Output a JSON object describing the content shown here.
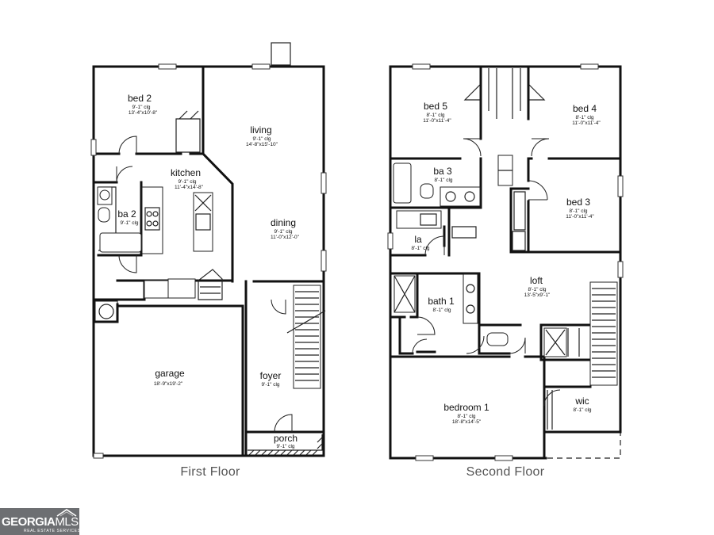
{
  "floors": [
    {
      "caption": "First Floor",
      "rooms": [
        {
          "name": "bed 2",
          "ceiling": "9'-1\" clg",
          "size": "13'-4\"x10'-8\""
        },
        {
          "name": "living",
          "ceiling": "9'-1\" clg",
          "size": "14'-8\"x15'-10\""
        },
        {
          "name": "kitchen",
          "ceiling": "9'-1\" clg",
          "size": "11'-4\"x14'-8\""
        },
        {
          "name": "ba 2",
          "ceiling": "9'-1\" clg",
          "size": ""
        },
        {
          "name": "dining",
          "ceiling": "9'-1\" clg",
          "size": "11'-0\"x12'-0\""
        },
        {
          "name": "garage",
          "ceiling": "",
          "size": "18'-9\"x19'-2\""
        },
        {
          "name": "foyer",
          "ceiling": "9'-1\" clg",
          "size": ""
        },
        {
          "name": "porch",
          "ceiling": "9'-1\" clg",
          "size": ""
        }
      ]
    },
    {
      "caption": "Second Floor",
      "rooms": [
        {
          "name": "bed 5",
          "ceiling": "8'-1\" clg",
          "size": "11'-0\"x11'-4\""
        },
        {
          "name": "bed 4",
          "ceiling": "8'-1\" clg",
          "size": "11'-0\"x11'-4\""
        },
        {
          "name": "ba 3",
          "ceiling": "8'-1\" clg",
          "size": ""
        },
        {
          "name": "bed 3",
          "ceiling": "8'-1\" clg",
          "size": "11'-0\"x11'-4\""
        },
        {
          "name": "la",
          "ceiling": "8'-1\" clg",
          "size": ""
        },
        {
          "name": "loft",
          "ceiling": "8'-1\" clg",
          "size": "13'-5\"x9'-1\""
        },
        {
          "name": "bath 1",
          "ceiling": "8'-1\" clg",
          "size": ""
        },
        {
          "name": "bedroom 1",
          "ceiling": "8'-1\" clg",
          "size": "18'-8\"x14'-5\""
        },
        {
          "name": "wic",
          "ceiling": "8'-1\" clg",
          "size": ""
        }
      ]
    }
  ],
  "logo": {
    "brand_main": "GEORGIA",
    "brand_suffix": "MLS",
    "tagline": "REAL ESTATE SERVICES"
  },
  "colors": {
    "walls": "#111111",
    "background": "#ffffff",
    "caption": "#555555",
    "logo_bg": "#6d6f72"
  }
}
